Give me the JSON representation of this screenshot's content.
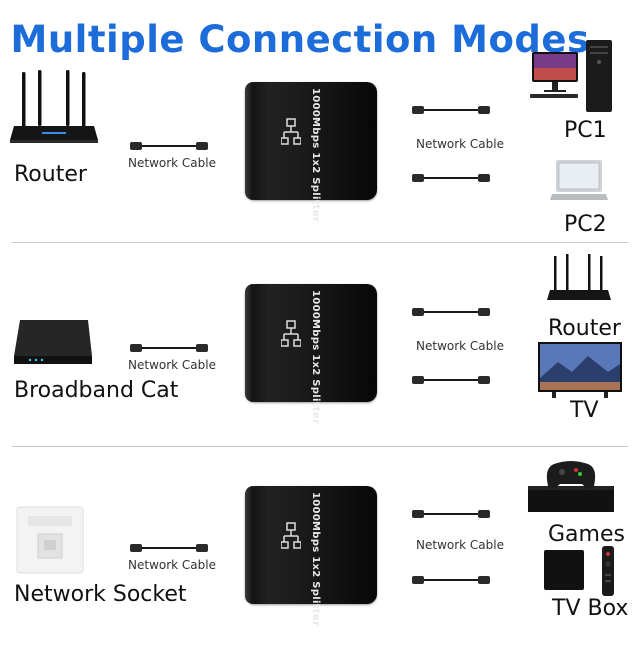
{
  "title": "Multiple Connection Modes",
  "splitter_print": "1000Mbps 1x2 Splitter",
  "rows": [
    {
      "source": {
        "label": "Router",
        "icon": "wifi-router-icon"
      },
      "source_cable_label": "Network Cable",
      "output_cable_label": "Network Cable",
      "targets": [
        {
          "label": "PC1",
          "icon": "desktop-pc-icon"
        },
        {
          "label": "PC2",
          "icon": "laptop-icon"
        }
      ]
    },
    {
      "source": {
        "label": "Broadband Cat",
        "icon": "broadband-modem-icon"
      },
      "source_cable_label": "Network Cable",
      "output_cable_label": "Network Cable",
      "targets": [
        {
          "label": "Router",
          "icon": "wifi-router-icon"
        },
        {
          "label": "TV",
          "icon": "tv-icon"
        }
      ]
    },
    {
      "source": {
        "label": "Network Socket",
        "icon": "wall-socket-icon"
      },
      "source_cable_label": "Network Cable",
      "output_cable_label": "Network Cable",
      "targets": [
        {
          "label": "Games",
          "icon": "game-console-icon"
        },
        {
          "label": "TV Box",
          "icon": "tv-box-icon"
        }
      ]
    }
  ]
}
